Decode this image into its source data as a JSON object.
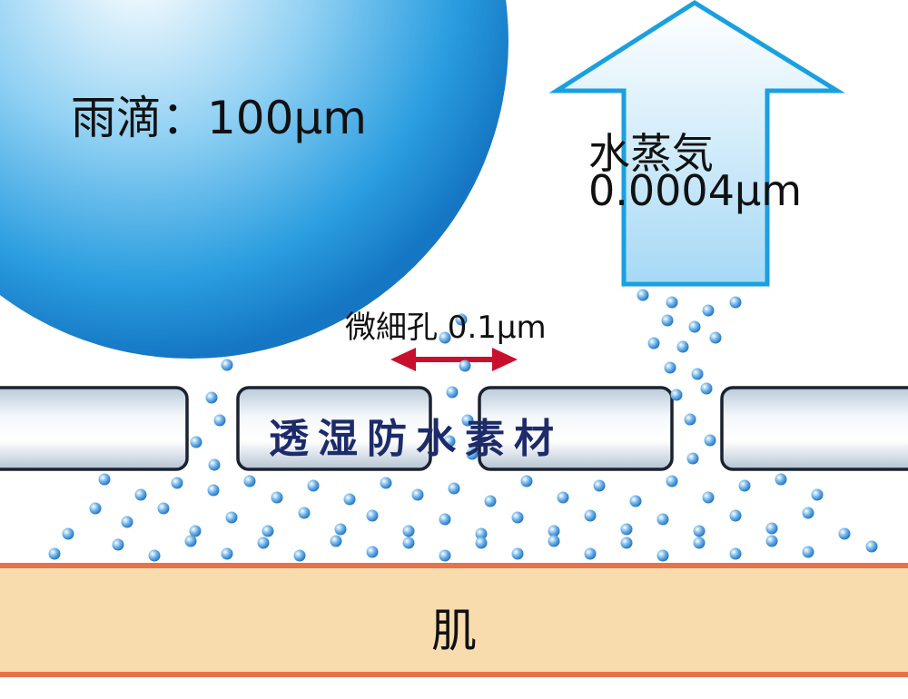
{
  "diagram": {
    "raindrop_label": "雨滴：100μm",
    "vapor_label_line1": "水蒸気",
    "vapor_label_line2": "0.0004μm",
    "pore_label": "微細孔 0.1μm",
    "material_label": "透湿防水素材",
    "skin_label": "肌"
  },
  "colors": {
    "raindrop": "#1f8fd6",
    "arrow_outline": "#1aa0e0",
    "pore_arrow": "#c8102e",
    "skin": "#f9dcae",
    "skin_border": "#e8724a",
    "particle": "#3a8fd8"
  }
}
